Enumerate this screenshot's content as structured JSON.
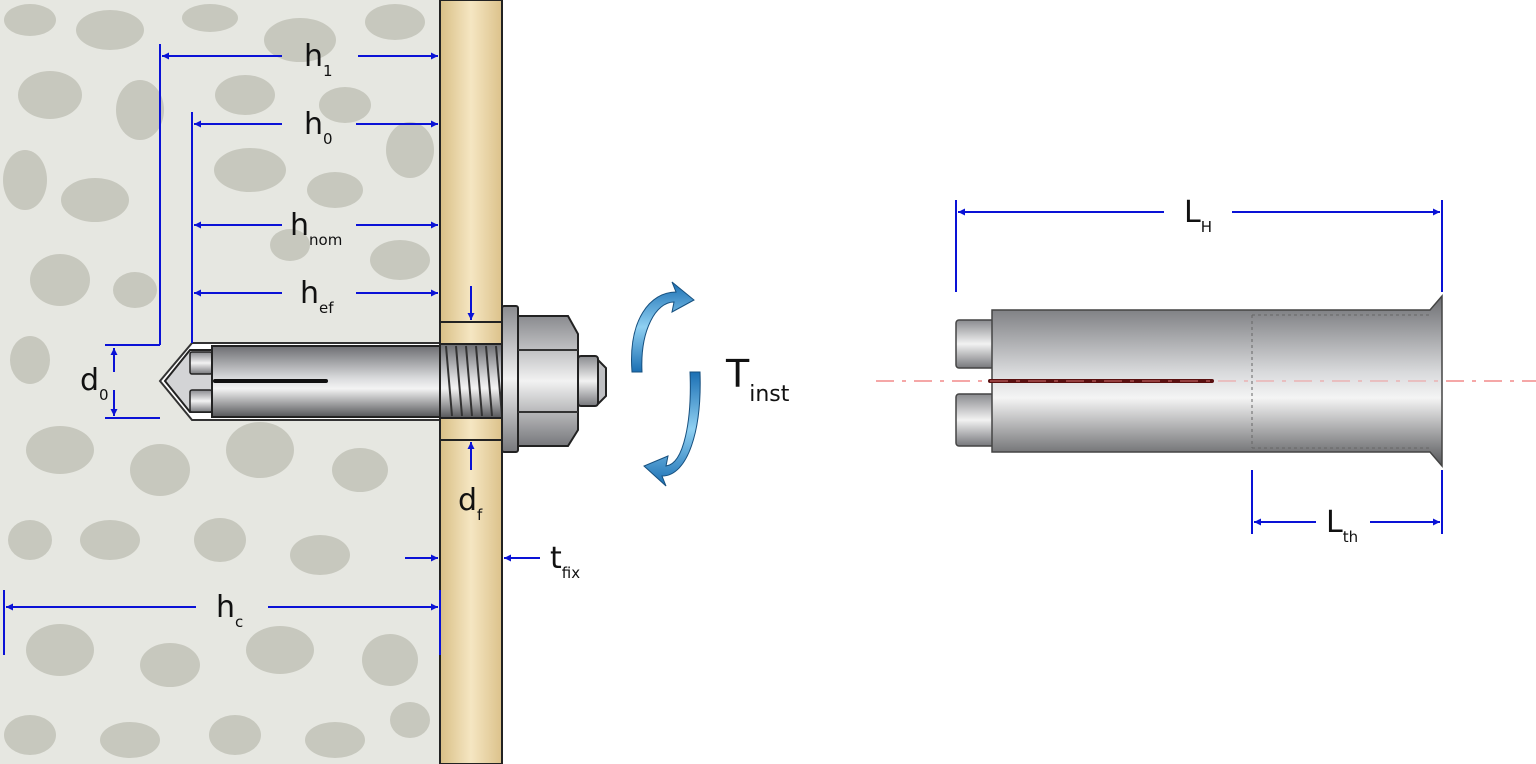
{
  "labels": {
    "h1": {
      "main": "h",
      "sub": "1"
    },
    "h0": {
      "main": "h",
      "sub": "0"
    },
    "hnom": {
      "main": "h",
      "sub": "nom"
    },
    "hef": {
      "main": "h",
      "sub": "ef"
    },
    "d0": {
      "main": "d",
      "sub": "0"
    },
    "df": {
      "main": "d",
      "sub": "f"
    },
    "tfix": {
      "main": "t",
      "sub": "fix"
    },
    "hc": {
      "main": "h",
      "sub": "c"
    },
    "tinst": {
      "main": "T",
      "sub": "inst"
    },
    "LH": {
      "main": "L",
      "sub": "H"
    },
    "Lth": {
      "main": "L",
      "sub": "th"
    }
  },
  "colors": {
    "dimension": "#0a12d6",
    "concrete": "#e6e7e1",
    "aggregate": "#c7c8be",
    "fixture": "#ecd7aa",
    "steel": "#8f9094",
    "axis": "#f28a8a",
    "torque_arrow": "#2e8fc9"
  },
  "icons": {
    "torque": "rotation-arrows-icon"
  }
}
